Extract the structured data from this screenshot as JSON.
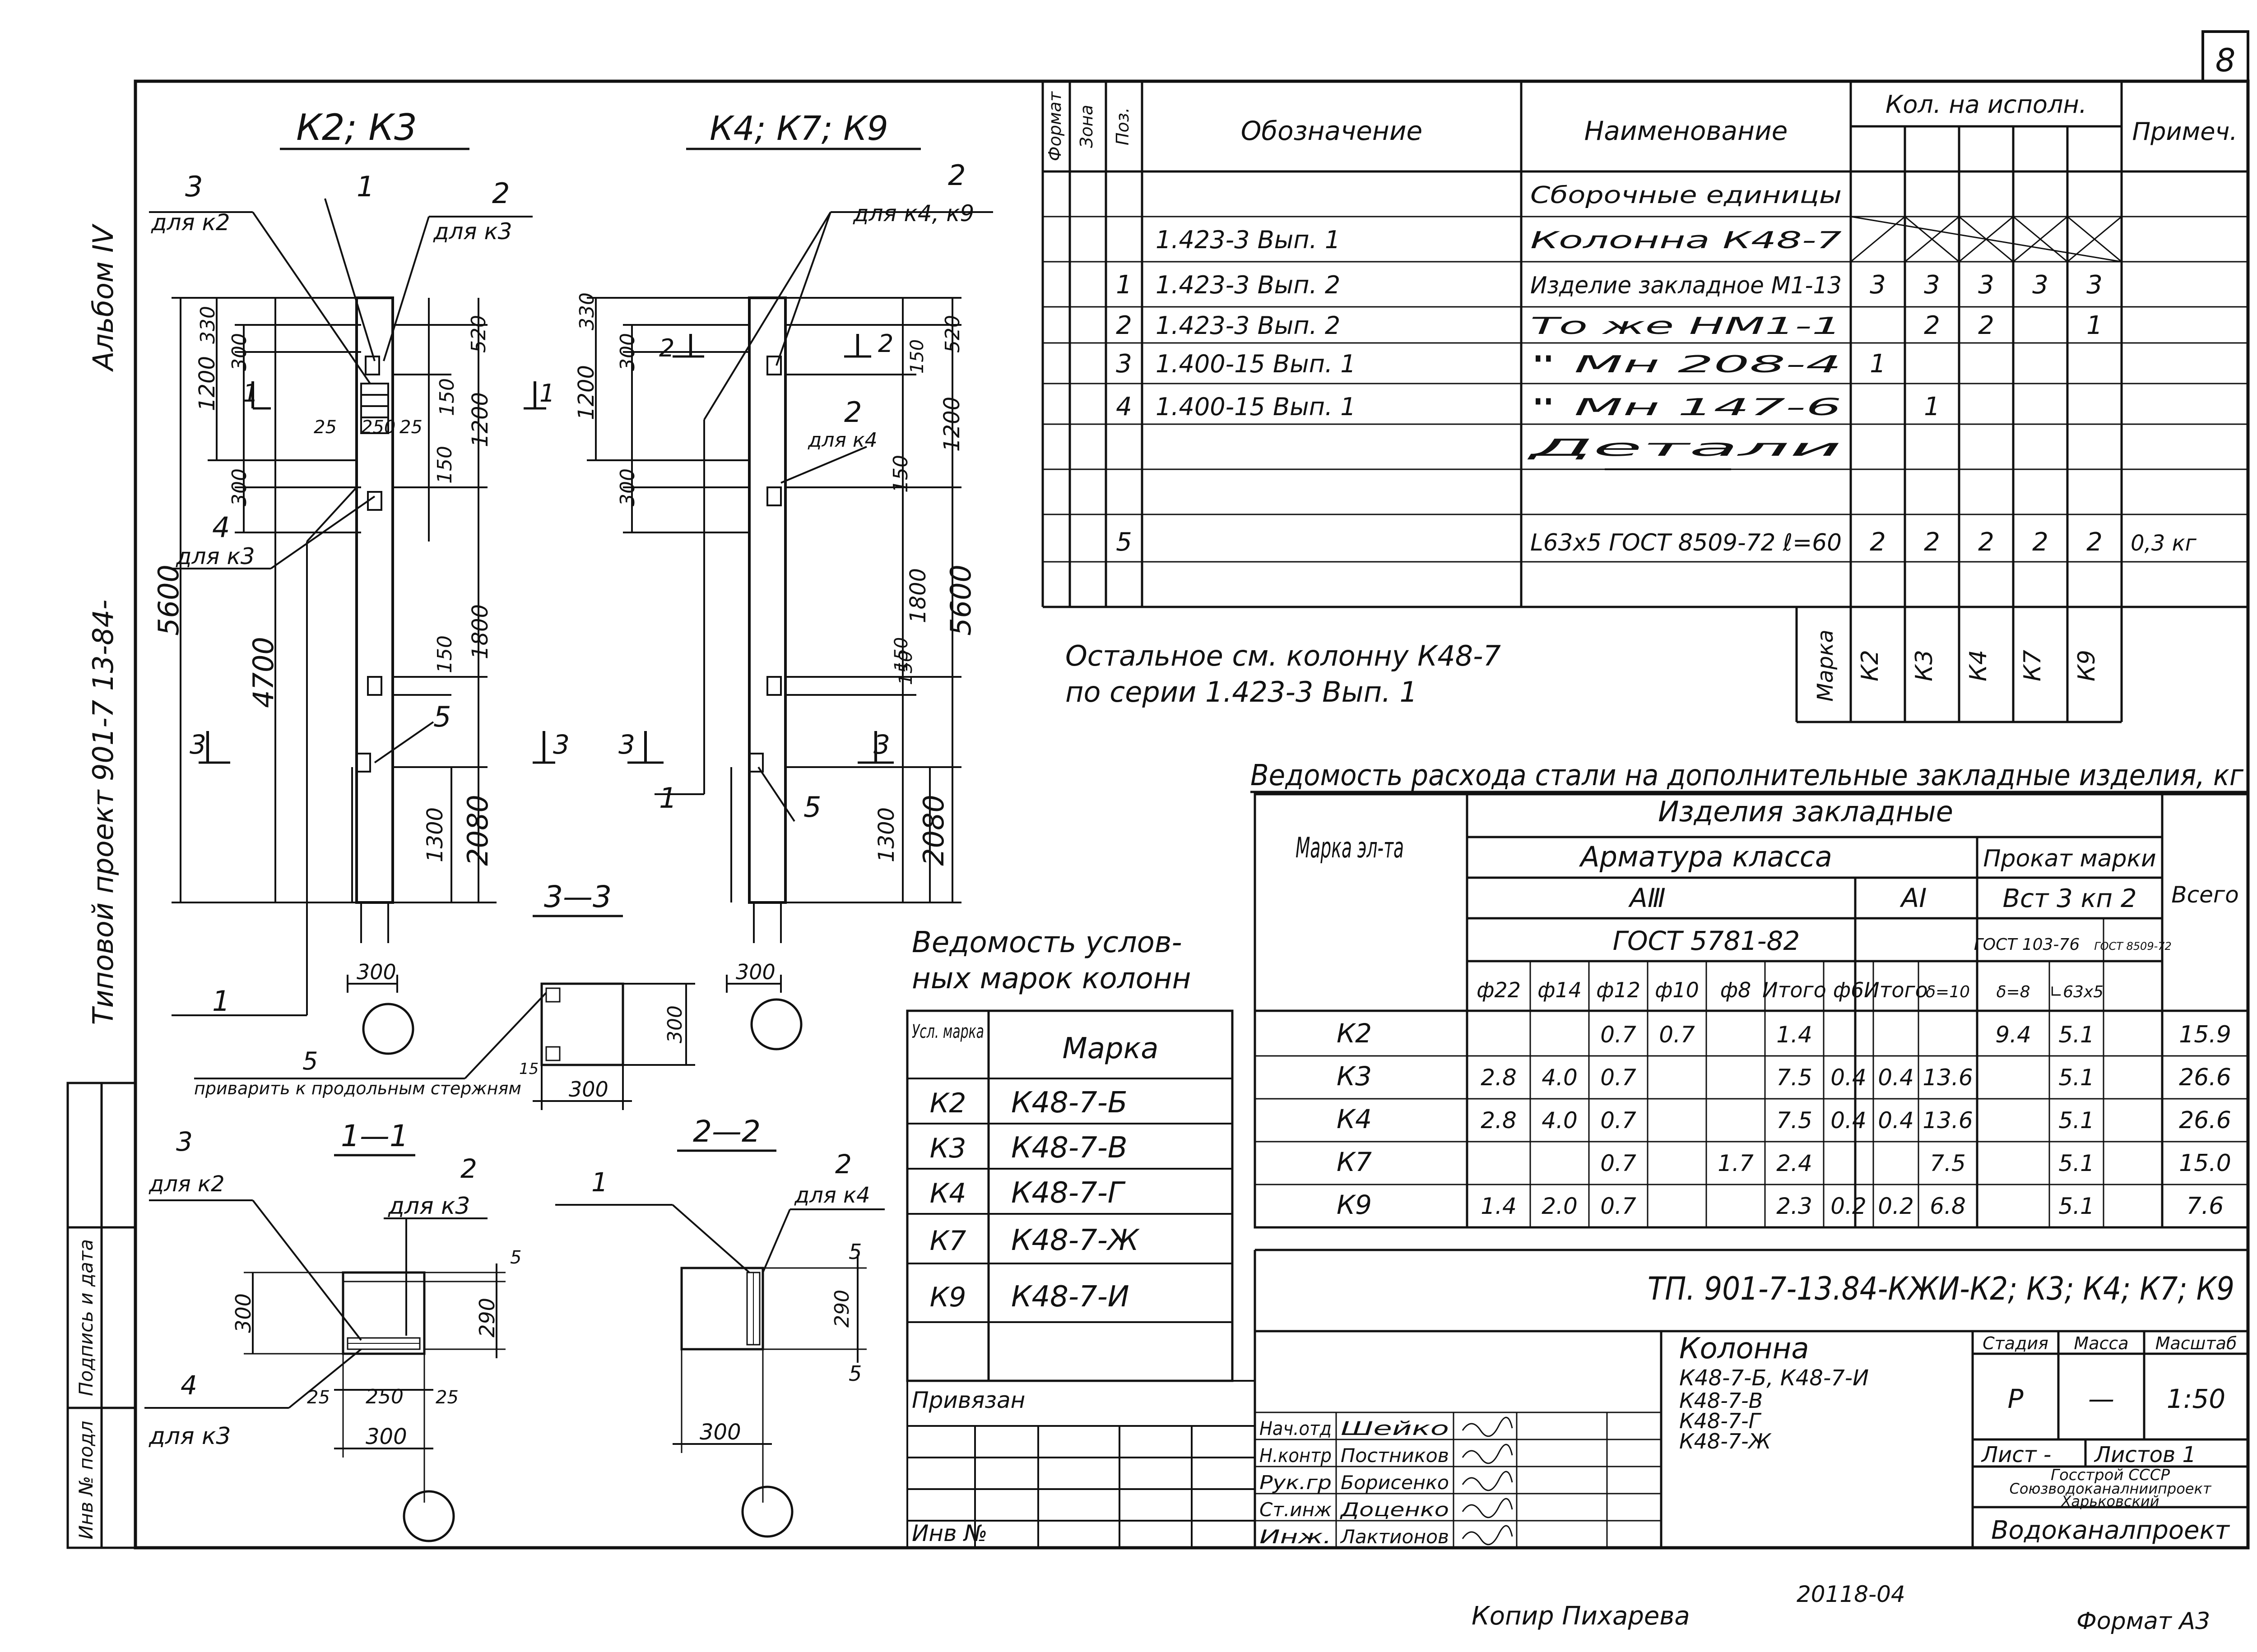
{
  "sheet_number": "8",
  "album": "Альбом IV",
  "project": "Типовой проект 901-7 13-84-",
  "side_stamps": [
    "Инв № подл",
    "Подпись и дата"
  ],
  "elevations": {
    "k2k3": {
      "title": "К2; К3",
      "callouts": [
        {
          "num": "3",
          "note": "для к2"
        },
        {
          "num": "1",
          "note": ""
        },
        {
          "num": "2",
          "note": "для к3"
        },
        {
          "num": "4",
          "note": "для к3"
        },
        {
          "num": "5",
          "note": ""
        }
      ],
      "dims": [
        "330",
        "300",
        "1200",
        "520",
        "150",
        "1200",
        "25",
        "250",
        "25",
        "300",
        "150",
        "1800",
        "5600",
        "4700",
        "150",
        "1300",
        "2080",
        "300"
      ],
      "section_marks": [
        "1",
        "1",
        "3",
        "3"
      ],
      "bottom_callout": "1"
    },
    "k4k7k9": {
      "title": "К4; К7; К9",
      "callouts": [
        {
          "num": "2",
          "note": "для к4, к9"
        },
        {
          "num": "2",
          "note": "для к4"
        },
        {
          "num": "1",
          "note": ""
        },
        {
          "num": "5",
          "note": ""
        }
      ],
      "dims": [
        "330",
        "300",
        "1200",
        "520",
        "150",
        "150",
        "1200",
        "300",
        "150",
        "1800",
        "5600",
        "150",
        "1300",
        "2080",
        "300"
      ],
      "section_marks": [
        "2",
        "2",
        "3",
        "3"
      ]
    }
  },
  "sections": {
    "s33": {
      "title": "3—3",
      "dims": [
        "300",
        "300",
        "15"
      ],
      "weld_note_num": "5",
      "weld_note": "приварить к продольным стержням"
    },
    "s11": {
      "title": "1—1",
      "callouts": [
        {
          "num": "3",
          "note": "для к2"
        },
        {
          "num": "2",
          "note": "для к3"
        },
        {
          "num": "4",
          "note": "для к3"
        }
      ],
      "dims": [
        "5",
        "300",
        "290",
        "25",
        "250",
        "25",
        "300"
      ]
    },
    "s22": {
      "title": "2—2",
      "callouts": [
        {
          "num": "1",
          "note": ""
        },
        {
          "num": "2",
          "note": "для к4"
        }
      ],
      "dims": [
        "5",
        "290",
        "5",
        "300"
      ]
    }
  },
  "spec": {
    "headers": {
      "format": "Формат",
      "zone": "Зона",
      "pos": "Поз.",
      "designation": "Обозначение",
      "name": "Наименование",
      "qty": "Кол. на исполн.",
      "note": "Примеч."
    },
    "rows": [
      {
        "pos": "",
        "designation": "",
        "name": "Сборочные единицы",
        "qty": [
          "",
          "",
          "",
          "",
          ""
        ],
        "note": ""
      },
      {
        "pos": "",
        "designation": "1.423-3 Вып. 1",
        "name": "Колонна К48-7",
        "qty": [
          "",
          "",
          "",
          "",
          ""
        ],
        "note": ""
      },
      {
        "pos": "1",
        "designation": "1.423-3 Вып. 2",
        "name": "Изделие закладное М1-13",
        "qty": [
          "3",
          "3",
          "3",
          "3",
          "3"
        ],
        "note": ""
      },
      {
        "pos": "2",
        "designation": "1.423-3 Вып. 2",
        "name": "То же НМ1-1",
        "qty": [
          "",
          "2",
          "2",
          "",
          "1"
        ],
        "note": ""
      },
      {
        "pos": "3",
        "designation": "1.400-15 Вып. 1",
        "name": "\" Мн 208-4",
        "qty": [
          "1",
          "",
          "",
          "",
          ""
        ],
        "note": ""
      },
      {
        "pos": "4",
        "designation": "1.400-15 Вып. 1",
        "name": "\" Мн 147-6",
        "qty": [
          "",
          "1",
          "",
          "",
          ""
        ],
        "note": ""
      },
      {
        "pos": "",
        "designation": "",
        "name": "Детали",
        "qty": [
          "",
          "",
          "",
          "",
          ""
        ],
        "note": ""
      },
      {
        "pos": "5",
        "designation": "",
        "name": "L63х5 ГОСТ 8509-72 ℓ=60",
        "qty": [
          "2",
          "2",
          "2",
          "2",
          "2"
        ],
        "note": "0,3 кг"
      }
    ],
    "marka_label": "Марка",
    "marks": [
      "К2",
      "К3",
      "К4",
      "К7",
      "К9"
    ]
  },
  "note_lines": [
    "Остальное см. колонну К48-7",
    "по серии 1.423-3 Вып. 1"
  ],
  "steel": {
    "title": "Ведомость расхода стали на дополнительные закладные изделия, кг",
    "h_mark": "Марка эл-та",
    "h_items": "Изделия закладные",
    "h_arm": "Арматура класса",
    "h_rolled": "Прокат марки",
    "h_aiii": "АⅢ",
    "h_ai": "АⅠ",
    "h_vst": "Вст 3 кп 2",
    "h_gost1": "ГОСТ 5781-82",
    "h_gost2": "ГОСТ 103-76",
    "h_gost3": "ГОСТ 8509-72",
    "h_total": "Всего",
    "cols": [
      "ф22",
      "ф14",
      "ф12",
      "ф10",
      "ф8",
      "Итого",
      "ф6",
      "Итого",
      "δ=10",
      "δ=8",
      "∟63х5"
    ],
    "rows": [
      {
        "mark": "К2",
        "v": [
          "",
          "",
          "0.7",
          "0.7",
          "",
          "1.4",
          "",
          "",
          "",
          "9.4",
          "5.1"
        ],
        "total": "15.9"
      },
      {
        "mark": "К3",
        "v": [
          "2.8",
          "4.0",
          "0.7",
          "",
          "",
          "7.5",
          "0.4",
          "0.4",
          "13.6",
          "",
          "5.1"
        ],
        "total": "26.6"
      },
      {
        "mark": "К4",
        "v": [
          "2.8",
          "4.0",
          "0.7",
          "",
          "",
          "7.5",
          "0.4",
          "0.4",
          "13.6",
          "",
          "5.1"
        ],
        "total": "26.6"
      },
      {
        "mark": "К7",
        "v": [
          "",
          "",
          "0.7",
          "",
          "1.7",
          "2.4",
          "",
          "",
          "7.5",
          "",
          "5.1"
        ],
        "total": "15.0"
      },
      {
        "mark": "К9",
        "v": [
          "1.4",
          "2.0",
          "0.7",
          "",
          "",
          "2.3",
          "0.2",
          "0.2",
          "6.8",
          "",
          "5.1"
        ],
        "total": "7.6"
      }
    ]
  },
  "marks_table": {
    "title_line1": "Ведомость услов-",
    "title_line2": "ных марок колонн",
    "h_cond": "Усл. марка",
    "h_mark": "Марка",
    "rows": [
      {
        "c": "К2",
        "m": "К48-7-Б"
      },
      {
        "c": "К3",
        "m": "К48-7-В"
      },
      {
        "c": "К4",
        "m": "К48-7-Г"
      },
      {
        "c": "К7",
        "m": "К48-7-Ж"
      },
      {
        "c": "К9",
        "m": "К48-7-И"
      }
    ],
    "privyazan": "Привязан",
    "inv": "Инв №"
  },
  "title_block": {
    "code": "ТП. 901-7-13.84-КЖИ-К2; К3; К4; К7; К9",
    "name": [
      "Колонна",
      "К48-7-Б, К48-7-И",
      "К48-7-В",
      "К48-7-Г",
      "К48-7-Ж"
    ],
    "stage_h": "Стадия",
    "mass_h": "Масса",
    "scale_h": "Масштаб",
    "stage": "Р",
    "mass": "—",
    "scale": "1:50",
    "sheet": "Лист -",
    "sheets": "Листов 1",
    "org": [
      "Госстрой СССР",
      "Союзводоканалниипроект",
      "Харьковский"
    ],
    "org_main": "Водоканалпроект",
    "people": [
      {
        "role": "Нач.отд",
        "name": "Шейко"
      },
      {
        "role": "Н.контр",
        "name": "Постников"
      },
      {
        "role": "Рук.гр",
        "name": "Борисенко"
      },
      {
        "role": "Ст.инж",
        "name": "Доценко"
      },
      {
        "role": "Инж.",
        "name": "Лактионов"
      }
    ]
  },
  "footer": {
    "copied": "Копир Пихарева",
    "number": "20118-04",
    "format": "Формат А3"
  }
}
